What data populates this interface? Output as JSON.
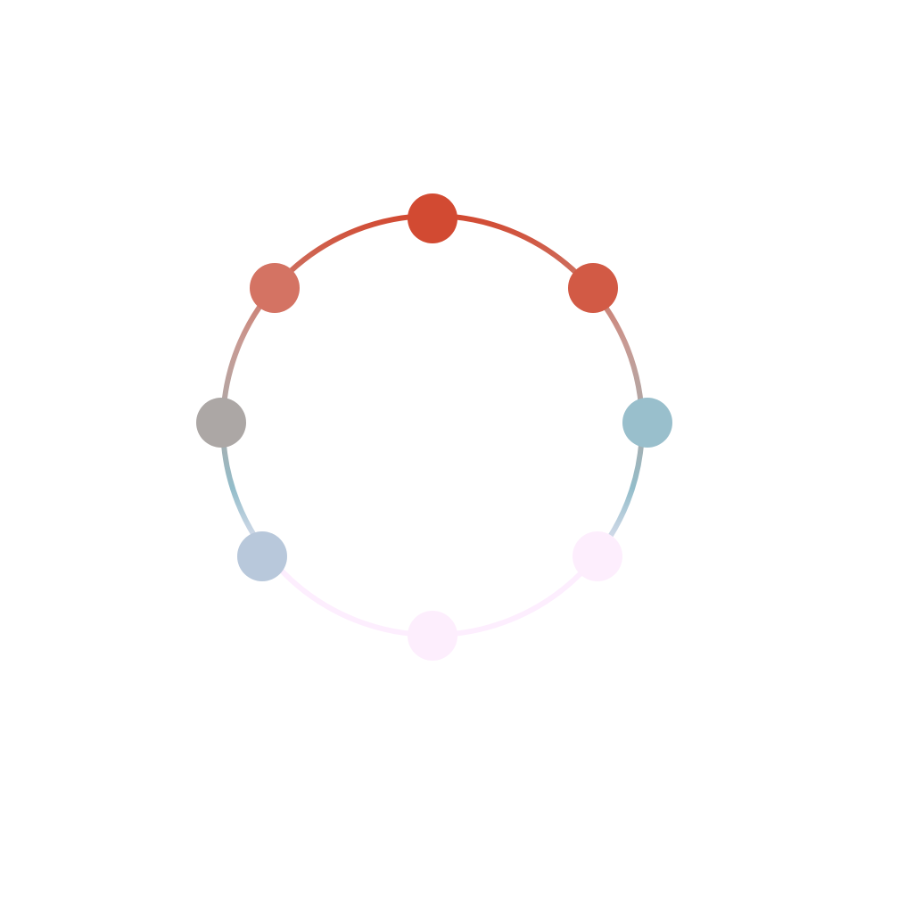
{
  "diagram": {
    "type": "circular-node-ring",
    "ring_gradient_colors": [
      "#d24a32",
      "#c89a93",
      "#abaaa9",
      "#93bdca",
      "#fdeefe"
    ],
    "nodes": [
      {
        "name": "node-top",
        "color": "#d24a32"
      },
      {
        "name": "node-top-right",
        "color": "#d25a45"
      },
      {
        "name": "node-right",
        "color": "#99bfcc"
      },
      {
        "name": "node-bottom-right",
        "color": "#fdeefd"
      },
      {
        "name": "node-bottom",
        "color": "#fdeefd"
      },
      {
        "name": "node-bottom-left",
        "color": "#b8c8db"
      },
      {
        "name": "node-left",
        "color": "#aca7a5"
      },
      {
        "name": "node-top-left",
        "color": "#d47363"
      }
    ]
  }
}
